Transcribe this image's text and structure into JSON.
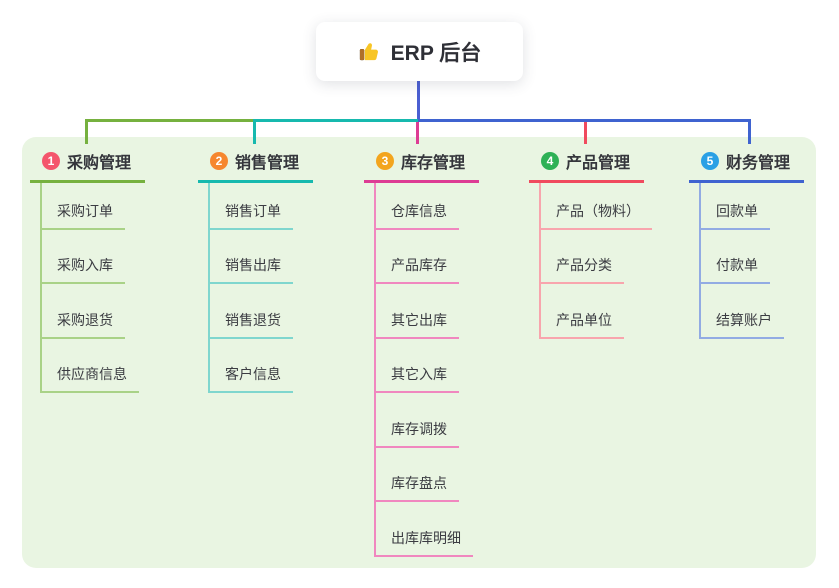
{
  "root": {
    "label": "ERP 后台",
    "icon": "thumbs-up"
  },
  "palette": {
    "page_bg": "#ffffff",
    "panel_bg": "#e9f5e2",
    "root_line_color": "#4b5fd2",
    "root_text_color": "#2e2f36",
    "node_text_color": "#3b3c42"
  },
  "branches": [
    {
      "badge": "1",
      "label": "采购管理",
      "line_color": "#76b13f",
      "child_line_color": "#a9d287",
      "badge_color": "#f4556c",
      "children": [
        "采购订单",
        "采购入库",
        "采购退货",
        "供应商信息"
      ]
    },
    {
      "badge": "2",
      "label": "销售管理",
      "line_color": "#17b9ae",
      "child_line_color": "#7fd6ce",
      "badge_color": "#f6872f",
      "children": [
        "销售订单",
        "销售出库",
        "销售退货",
        "客户信息"
      ]
    },
    {
      "badge": "3",
      "label": "库存管理",
      "line_color": "#dd3c94",
      "child_line_color": "#f087bf",
      "badge_color": "#f3a51e",
      "children": [
        "仓库信息",
        "产品库存",
        "其它出库",
        "其它入库",
        "库存调拨",
        "库存盘点",
        "出库库明细"
      ]
    },
    {
      "badge": "4",
      "label": "产品管理",
      "line_color": "#f04a5e",
      "child_line_color": "#f8a5ad",
      "badge_color": "#2eb156",
      "children": [
        "产品（物料）",
        "产品分类",
        "产品单位"
      ]
    },
    {
      "badge": "5",
      "label": "财务管理",
      "line_color": "#3f63d0",
      "child_line_color": "#92abe3",
      "badge_color": "#2aa0e5",
      "children": [
        "回款单",
        "付款单",
        "结算账户"
      ]
    }
  ]
}
